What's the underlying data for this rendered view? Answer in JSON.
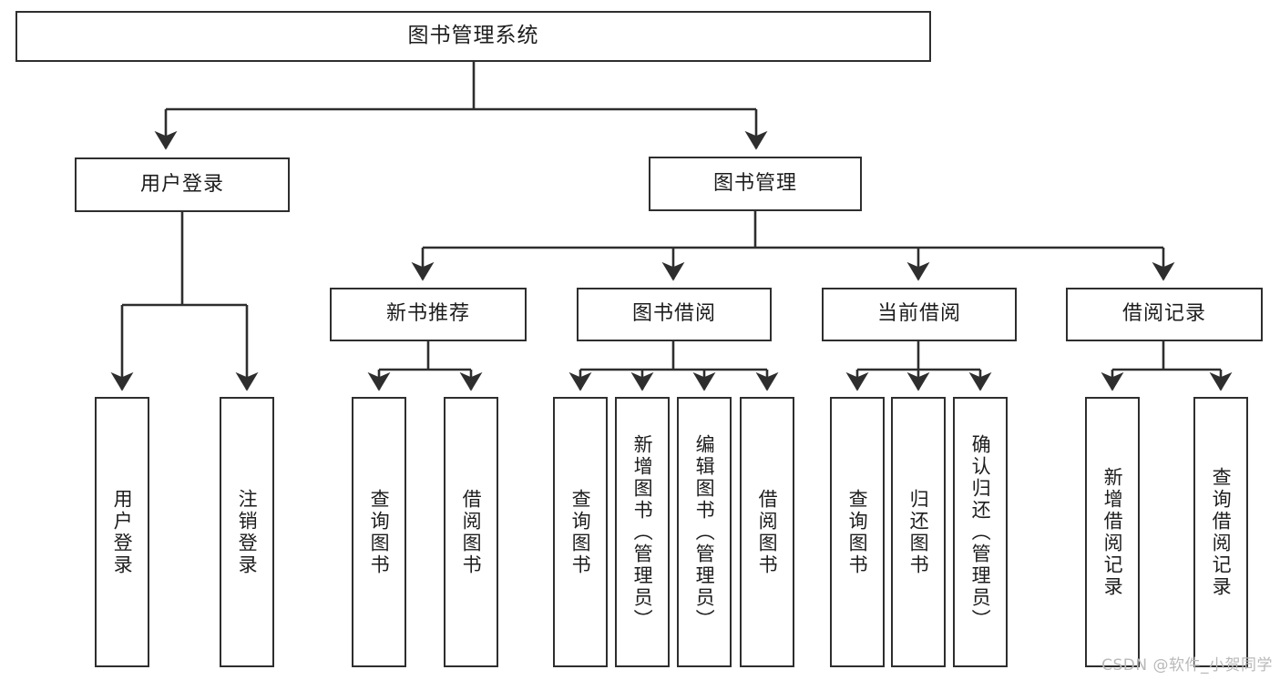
{
  "diagram": {
    "title": "图书管理系统",
    "watermark": "CSDN @软件_小贺同学",
    "line_color": "#2e2e2e",
    "box_border_color": "#2e2e2e",
    "box_fill": "#ffffff",
    "text_color": "#1d1d1d",
    "watermark_color": "#b9b9b9"
  },
  "nodes": {
    "root": {
      "label": "图书管理系统"
    },
    "level1": [
      {
        "id": "user-login",
        "label": "用户登录"
      },
      {
        "id": "book-manage",
        "label": "图书管理"
      }
    ],
    "level2": [
      {
        "id": "new-book-recommend",
        "label": "新书推荐"
      },
      {
        "id": "book-borrow",
        "label": "图书借阅"
      },
      {
        "id": "current-borrow",
        "label": "当前借阅"
      },
      {
        "id": "borrow-record",
        "label": "借阅记录"
      }
    ],
    "leaves": [
      {
        "id": "leaf-user-login",
        "label": "用户登录",
        "parent": "user-login"
      },
      {
        "id": "leaf-logout-login",
        "label": "注销登录",
        "parent": "user-login"
      },
      {
        "id": "leaf-query-book-1",
        "label": "查询图书",
        "parent": "new-book-recommend"
      },
      {
        "id": "leaf-borrow-book-1",
        "label": "借阅图书",
        "parent": "new-book-recommend"
      },
      {
        "id": "leaf-query-book-2",
        "label": "查询图书",
        "parent": "book-borrow"
      },
      {
        "id": "leaf-add-book",
        "label": "新增图书（管理员）",
        "parent": "book-borrow"
      },
      {
        "id": "leaf-edit-book",
        "label": "编辑图书（管理员）",
        "parent": "book-borrow"
      },
      {
        "id": "leaf-borrow-book-2",
        "label": "借阅图书",
        "parent": "book-borrow"
      },
      {
        "id": "leaf-query-book-3",
        "label": "查询图书",
        "parent": "current-borrow"
      },
      {
        "id": "leaf-return-book",
        "label": "归还图书",
        "parent": "current-borrow"
      },
      {
        "id": "leaf-confirm-return",
        "label": "确认归还（管理员）",
        "parent": "current-borrow"
      },
      {
        "id": "leaf-add-record",
        "label": "新增借阅记录",
        "parent": "borrow-record"
      },
      {
        "id": "leaf-query-record",
        "label": "查询借阅记录",
        "parent": "borrow-record"
      }
    ]
  }
}
